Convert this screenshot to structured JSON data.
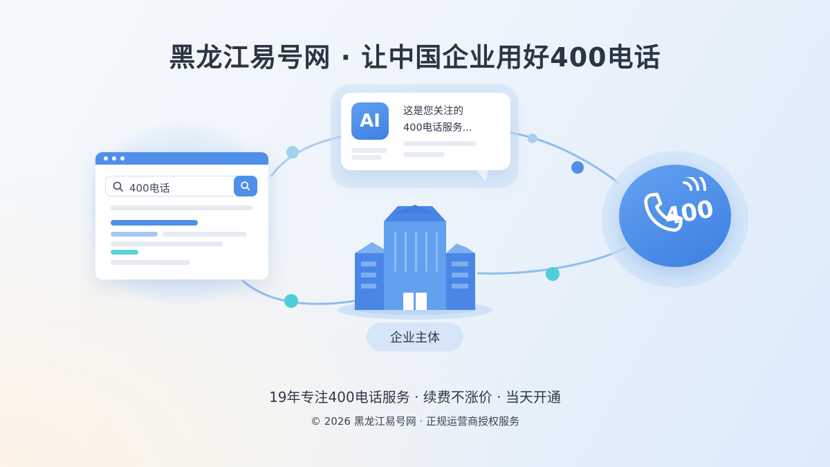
{
  "header": {
    "title": "黑龙江易号网 · 让中国企业用好400电话"
  },
  "browser_card": {
    "search_query": "400电话",
    "icons": [
      "search-icon",
      "search-button-icon"
    ]
  },
  "ai_bubble": {
    "badge": "AI",
    "line1": "这是您关注的",
    "line2": "400电话服务..."
  },
  "phone_badge": {
    "number": "400",
    "icon": "phone-icon"
  },
  "building": {
    "label": "企业主体",
    "icon": "building-icon"
  },
  "footer": {
    "tagline": "19年专注400电话服务 · 续费不涨价 · 当天开通",
    "copyright": "© 2026 黑龙江易号网 · 正规运营商授权服务"
  },
  "colors": {
    "accent": "#4f8fe8",
    "teal": "#4fd0d8",
    "title": "#2c3543"
  }
}
